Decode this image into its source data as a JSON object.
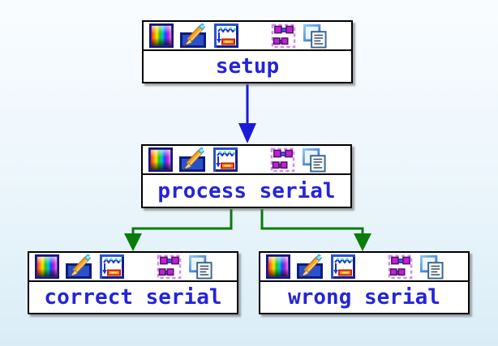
{
  "diagram": {
    "nodes": [
      {
        "id": "setup",
        "label": "setup"
      },
      {
        "id": "process-serial",
        "label": "process serial"
      },
      {
        "id": "correct-serial",
        "label": "correct serial"
      },
      {
        "id": "wrong-serial",
        "label": "wrong serial"
      }
    ],
    "node_icons": [
      "color-palette-icon",
      "edit-pencil-icon",
      "waveform-panel-icon",
      "block-diagram-icon",
      "documentation-icon"
    ],
    "edges": [
      {
        "from": "setup",
        "to": "process-serial",
        "color": "#1a1ad8"
      },
      {
        "from": "process-serial",
        "to": "correct-serial",
        "color": "#0a7c0a"
      },
      {
        "from": "process-serial",
        "to": "wrong-serial",
        "color": "#0a7c0a"
      }
    ],
    "colors": {
      "node_label": "#2424d8",
      "node_border": "#000000",
      "node_background": "#ffffff",
      "background_top": "#f9fcff",
      "background_bottom": "#daedf7",
      "arrow_blue": "#1a1ad8",
      "arrow_green": "#0a7c0a"
    }
  }
}
